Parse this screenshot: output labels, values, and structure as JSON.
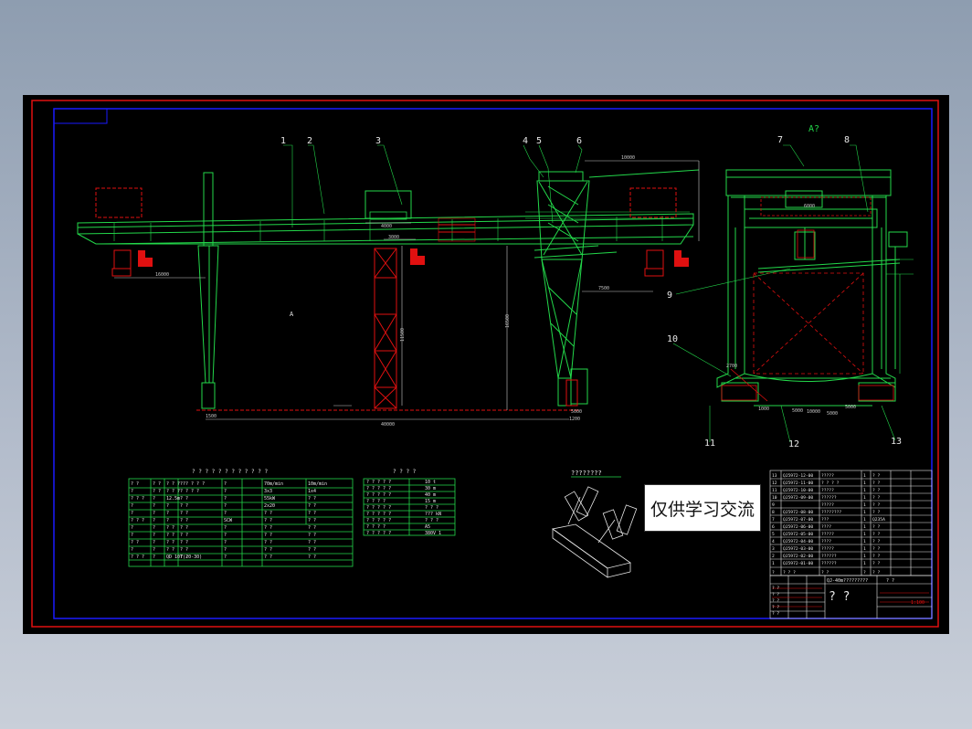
{
  "watermark_text": "仅供学习交流",
  "callouts": [
    "1",
    "2",
    "3",
    "4",
    "5",
    "6",
    "7",
    "8",
    "9",
    "10",
    "11",
    "12",
    "13"
  ],
  "view_label": "A?",
  "section_label": "A",
  "dims": {
    "d1": "1500",
    "d2": "16000",
    "d3": "4000",
    "d4": "3000",
    "d5": "11500",
    "d6": "16500",
    "d7": "10000",
    "d8": "40000",
    "d9": "7500",
    "d10": "5000",
    "d11": "1200",
    "d12": "2700",
    "d13": "6000",
    "d14": "1000",
    "d15": "5000",
    "d16": "10000",
    "d17": "5000",
    "d18": "5000"
  },
  "detail_title": "????????",
  "spec_table": {
    "header": "? ? ? ? ? ? ? ? ? ? ? ?",
    "rows": [
      [
        "? ?",
        "? ?",
        "? ? ? ?",
        "? ? ? ? ?",
        "?",
        "70m/min",
        "10m/min"
      ],
      [
        "?",
        "? ?",
        "? ? ?",
        "? ? ? ?",
        "?",
        "3x3",
        "1x4"
      ],
      [
        "? ? ?",
        "?",
        "12.5m",
        "? ?",
        "?",
        "55kW",
        "? ?"
      ],
      [
        "?",
        "?",
        "?",
        "? ?",
        "?",
        "2x20",
        "? ?"
      ],
      [
        "?",
        "?",
        "?",
        "? ?",
        "?",
        "? ?",
        "? ?"
      ],
      [
        "? ? ?",
        "?",
        "?",
        "? ?",
        "SCW",
        "? ?",
        "? ?"
      ],
      [
        "?",
        "?",
        "? ?",
        "? ?",
        "?",
        "? ?",
        "? ?"
      ],
      [
        "?",
        "?",
        "? ?",
        "? ?",
        "?",
        "? ?",
        "? ?"
      ],
      [
        "? ?",
        "?",
        "? ?",
        "? ?",
        "?",
        "? ?",
        "? ?"
      ],
      [
        "?",
        "?",
        "? ?",
        "? ?",
        "?",
        "? ?",
        "? ?"
      ],
      [
        "? ? ?",
        "?",
        "QD 10T(20-30)",
        "? ?",
        "?",
        "? ?",
        "? ?"
      ]
    ]
  },
  "param_table": {
    "header": "? ? ? ?",
    "rows": [
      [
        "? ? ? ? ?",
        "10 t"
      ],
      [
        "? ? ? ? ?",
        "30 m"
      ],
      [
        "? ? ? ? ?",
        "40 m"
      ],
      [
        "? ? ? ?",
        "15 m"
      ],
      [
        "? ? ? ? ?",
        "? ? ?"
      ],
      [
        "? ? ? ? ?",
        "??? kN"
      ],
      [
        "? ? ? ? ?",
        "? ? ?"
      ],
      [
        "? ? ? ?",
        "A5"
      ],
      [
        "? ? ? ? ?",
        "380V 1"
      ]
    ]
  },
  "parts_list": {
    "rows": [
      [
        "13",
        "QJ5972-12-00",
        "?????",
        "1",
        "? ?"
      ],
      [
        "12",
        "QJ5972-11-00",
        "? ? ? ?",
        "1",
        "? ?"
      ],
      [
        "11",
        "QJ5972-10-00",
        "?????",
        "1",
        "? ?"
      ],
      [
        "10",
        "QJ5972-09-00",
        "??????",
        "1",
        "? ?"
      ],
      [
        "9",
        "",
        "?????",
        "1",
        "? ?"
      ],
      [
        "8",
        "QJ5972-08-00",
        "????????",
        "1",
        "? ?"
      ],
      [
        "7",
        "QJ5972-07-00",
        "???",
        "1",
        "Q235A"
      ],
      [
        "6",
        "QJ5972-06-00",
        "????",
        "1",
        "? ?"
      ],
      [
        "5",
        "QJ5972-05-00",
        "?????",
        "1",
        "? ?"
      ],
      [
        "4",
        "QJ5972-04-00",
        "????",
        "1",
        "? ?"
      ],
      [
        "3",
        "QJ5972-03-00",
        "?????",
        "1",
        "? ?"
      ],
      [
        "2",
        "QJ5972-02-00",
        "??????",
        "1",
        "? ?"
      ],
      [
        "1",
        "QJ5972-01-00",
        "??????",
        "1",
        "? ?"
      ]
    ],
    "header": [
      "?",
      "? ? ?",
      "? ?",
      "?",
      "? ?"
    ]
  },
  "title_block": {
    "drawing_no": "QJ-40m?????????",
    "title_big": "? ?",
    "scale": "1:100",
    "sheet": "? ?",
    "revision_labels": [
      "? ?",
      "? ?",
      "? ?",
      "? ?",
      "? ?"
    ]
  }
}
